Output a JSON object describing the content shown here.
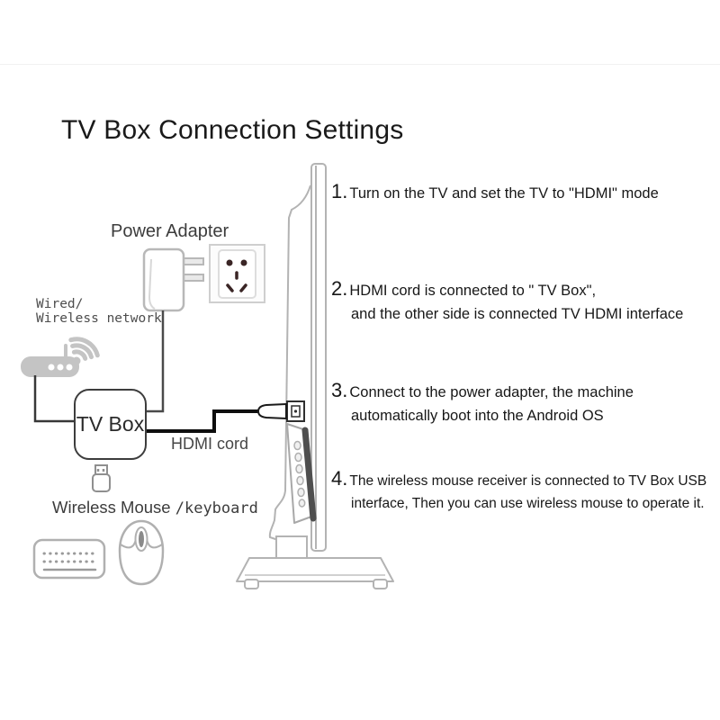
{
  "title": "TV Box Connection Settings",
  "diagram": {
    "labels": {
      "power_adapter": "Power Adapter",
      "network_line1": "Wired/",
      "network_line2": "Wireless network",
      "tv_box": "TV Box",
      "hdmi_cord": "HDMI cord",
      "wireless_mouse_sans": "Wireless Mouse ",
      "wireless_mouse_mono": "/keyboard"
    },
    "icons": [
      "power-adapter-icon",
      "wall-socket-icon",
      "router-icon",
      "wifi-signal-icon",
      "tv-side-profile",
      "tv-stand",
      "hdmi-plug-icon",
      "hdmi-port-icon",
      "usb-dongle-icon",
      "keyboard-icon",
      "mouse-icon"
    ],
    "colors": {
      "ink": "#1a1a1a",
      "tv_outline_gray": "#b3b3b3",
      "router_gray": "#c4c4c4",
      "wire_dark": "#3f3f3f",
      "hdmi_black": "#0e0e0e",
      "socket_hole": "#3a2525",
      "panel_band": "#4f4f4f"
    }
  },
  "steps": [
    {
      "number": "1.",
      "lines": [
        "Turn on the TV and set the TV to \"HDMI\" mode"
      ]
    },
    {
      "number": "2.",
      "lines": [
        "HDMI cord is connected to \" TV Box\",",
        "and the other side is connected TV HDMI interface"
      ]
    },
    {
      "number": "3.",
      "lines": [
        "Connect to the power adapter, the machine",
        "automatically boot into the Android OS"
      ]
    },
    {
      "number": "4.",
      "lines": [
        "The wireless mouse receiver is connected to TV Box USB",
        "interface, Then you can use wireless mouse to operate it."
      ]
    }
  ]
}
